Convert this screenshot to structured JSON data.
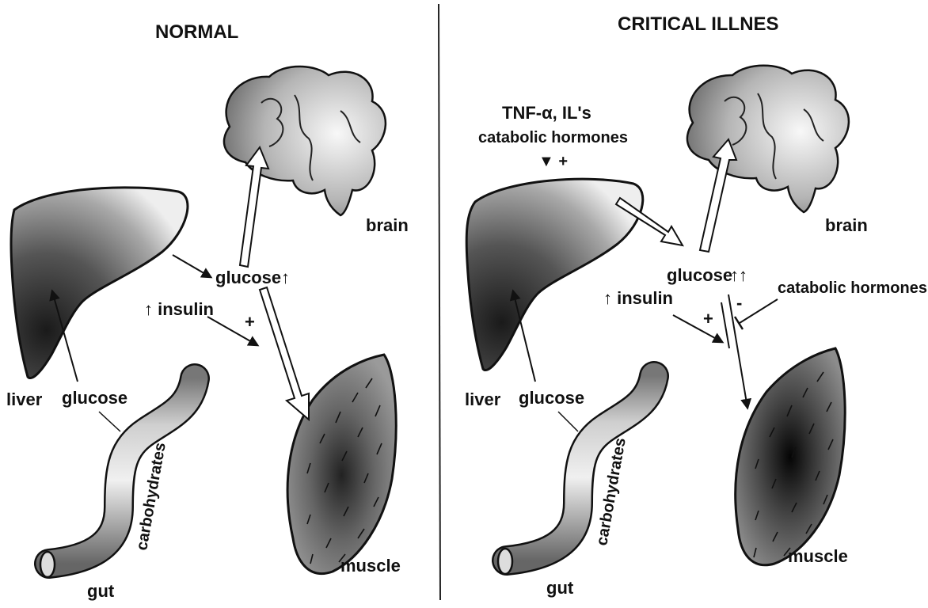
{
  "panels": {
    "normal": {
      "title": "NORMAL",
      "labels": {
        "brain": "brain",
        "liver": "liver",
        "gut": "gut",
        "muscle": "muscle",
        "carbohydrates": "carbohydrates",
        "glucose_gut": "glucose",
        "glucose_center": "glucose",
        "glucose_arrow": "↑",
        "insulin": "↑ insulin",
        "plus": "+"
      }
    },
    "critical": {
      "title": "CRITICAL ILLNES",
      "labels": {
        "mediators_line1": "TNF-α, IL's",
        "mediators_line2": "catabolic hormones",
        "stim_sign": "▼ +",
        "brain": "brain",
        "liver": "liver",
        "gut": "gut",
        "muscle": "muscle",
        "carbohydrates": "carbohydrates",
        "glucose_gut": "glucose",
        "glucose_center": "glucose",
        "glucose_arrows": "↑↑",
        "insulin": "↑ insulin",
        "catabolic_hormones": "catabolic hormones",
        "plus": "+",
        "minus": "-"
      }
    }
  },
  "colors": {
    "ink": "#111111",
    "organ_light": "#e6e6e6",
    "organ_dark": "#2a2a2a"
  }
}
